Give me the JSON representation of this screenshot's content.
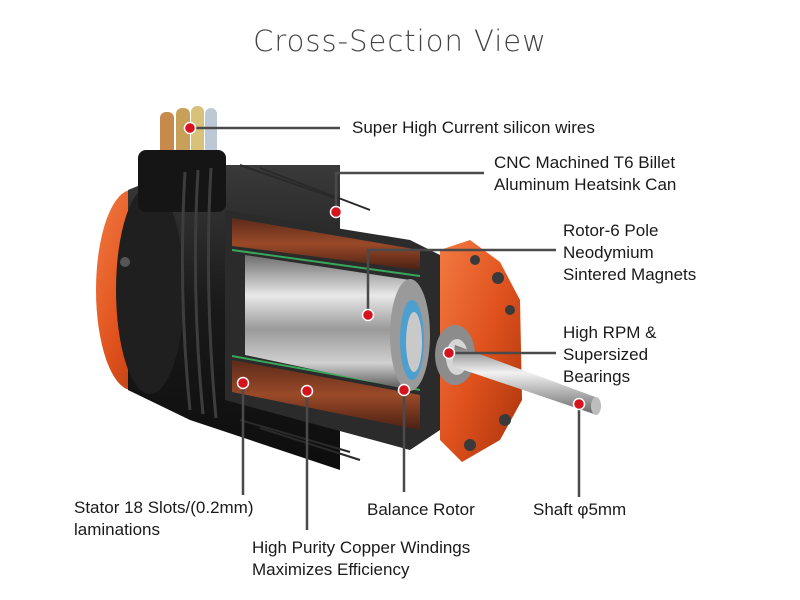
{
  "title": "Cross-Section View",
  "colors": {
    "accent_orange": "#e0521d",
    "marker_red": "#d6121c",
    "leader_line": "#4a4a4a",
    "housing": "#1b1b1b"
  },
  "callouts": {
    "wires": {
      "lines": [
        "Super High Current silicon wires"
      ]
    },
    "heatsink": {
      "lines": [
        "CNC Machined T6 Billet",
        "Aluminum Heatsink Can"
      ]
    },
    "rotor": {
      "lines": [
        "Rotor-6 Pole",
        "Neodymium",
        "Sintered Magnets"
      ]
    },
    "bearings": {
      "lines": [
        "High RPM &",
        "Supersized",
        "Bearings"
      ]
    },
    "stator": {
      "lines": [
        "Stator 18 Slots/(0.2mm)",
        "laminations"
      ]
    },
    "windings": {
      "lines": [
        "High Purity Copper Windings",
        "Maximizes Efficiency"
      ]
    },
    "balance": {
      "lines": [
        "Balance Rotor"
      ]
    },
    "shaft": {
      "lines": [
        "Shaft φ5mm"
      ]
    }
  }
}
